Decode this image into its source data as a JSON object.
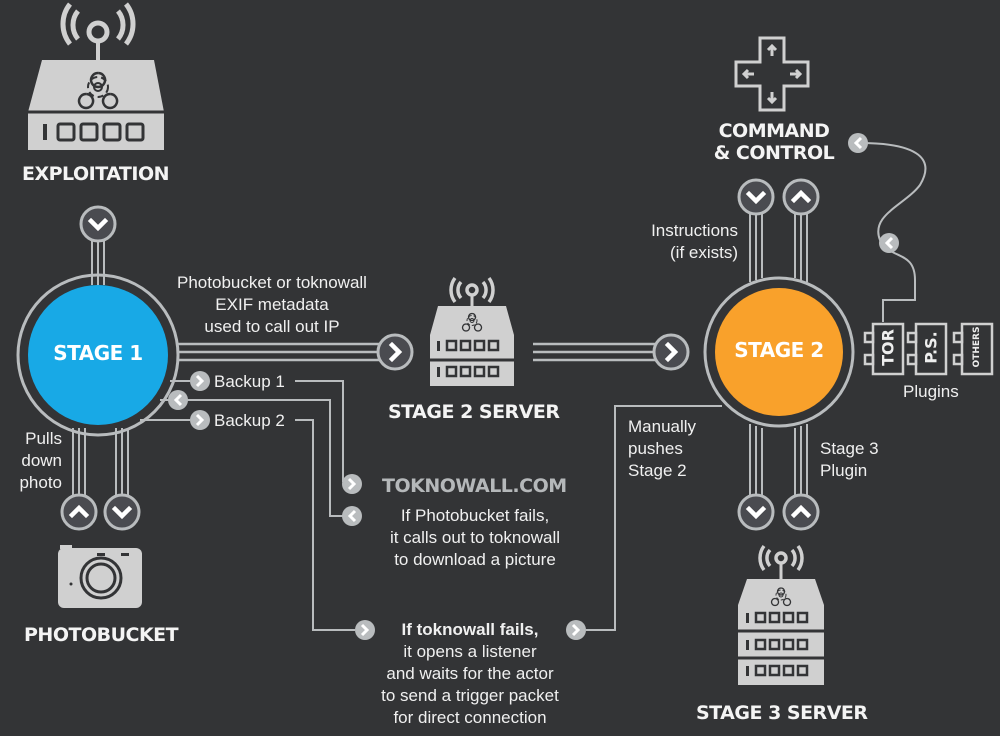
{
  "colors": {
    "background": "#333436",
    "line": "#b9bcbe",
    "icon": "#d0d0d0",
    "stage1": "#18a9e6",
    "stage2": "#f9a12b",
    "node_fill": "#4a4b50"
  },
  "nodes": {
    "exploitation": {
      "label": "EXPLOITATION",
      "icon": "server-biohazard-icon"
    },
    "photobucket": {
      "label": "PHOTOBUCKET",
      "icon": "camera-icon"
    },
    "stage1": {
      "label": "STAGE 1"
    },
    "stage2_server": {
      "label": "STAGE 2 SERVER",
      "icon": "server-biohazard-icon"
    },
    "stage2": {
      "label": "STAGE 2"
    },
    "command_control": {
      "label_line1": "COMMAND",
      "label_line2": "& CONTROL",
      "icon": "dpad-icon"
    },
    "stage3_server": {
      "label": "STAGE 3 SERVER",
      "icon": "server-biohazard-icon"
    },
    "toknowall": {
      "label": "TOKNOWALL.COM"
    }
  },
  "annotations": {
    "exif": [
      "Photobucket or toknowall",
      "EXIF metadata",
      "used to call out IP"
    ],
    "backup1": "Backup 1",
    "backup2": "Backup 2",
    "pulls_down": [
      "Pulls",
      "down",
      "photo"
    ],
    "toknowall_desc": [
      "If Photobucket fails,",
      "it calls out to toknowall",
      "to download a picture"
    ],
    "listener_desc": [
      "If toknowall fails,",
      "it opens a listener",
      "and waits for the actor",
      "to send a trigger packet",
      "for direct connection"
    ],
    "instructions": [
      "Instructions",
      "(if exists)"
    ],
    "manually": [
      "Manually",
      "pushes",
      "Stage 2"
    ],
    "stage3_plugin": [
      "Stage 3",
      "Plugin"
    ],
    "plugins_label": "Plugins"
  },
  "plugins": [
    "TOR",
    "P.S.",
    "OTHERS"
  ]
}
